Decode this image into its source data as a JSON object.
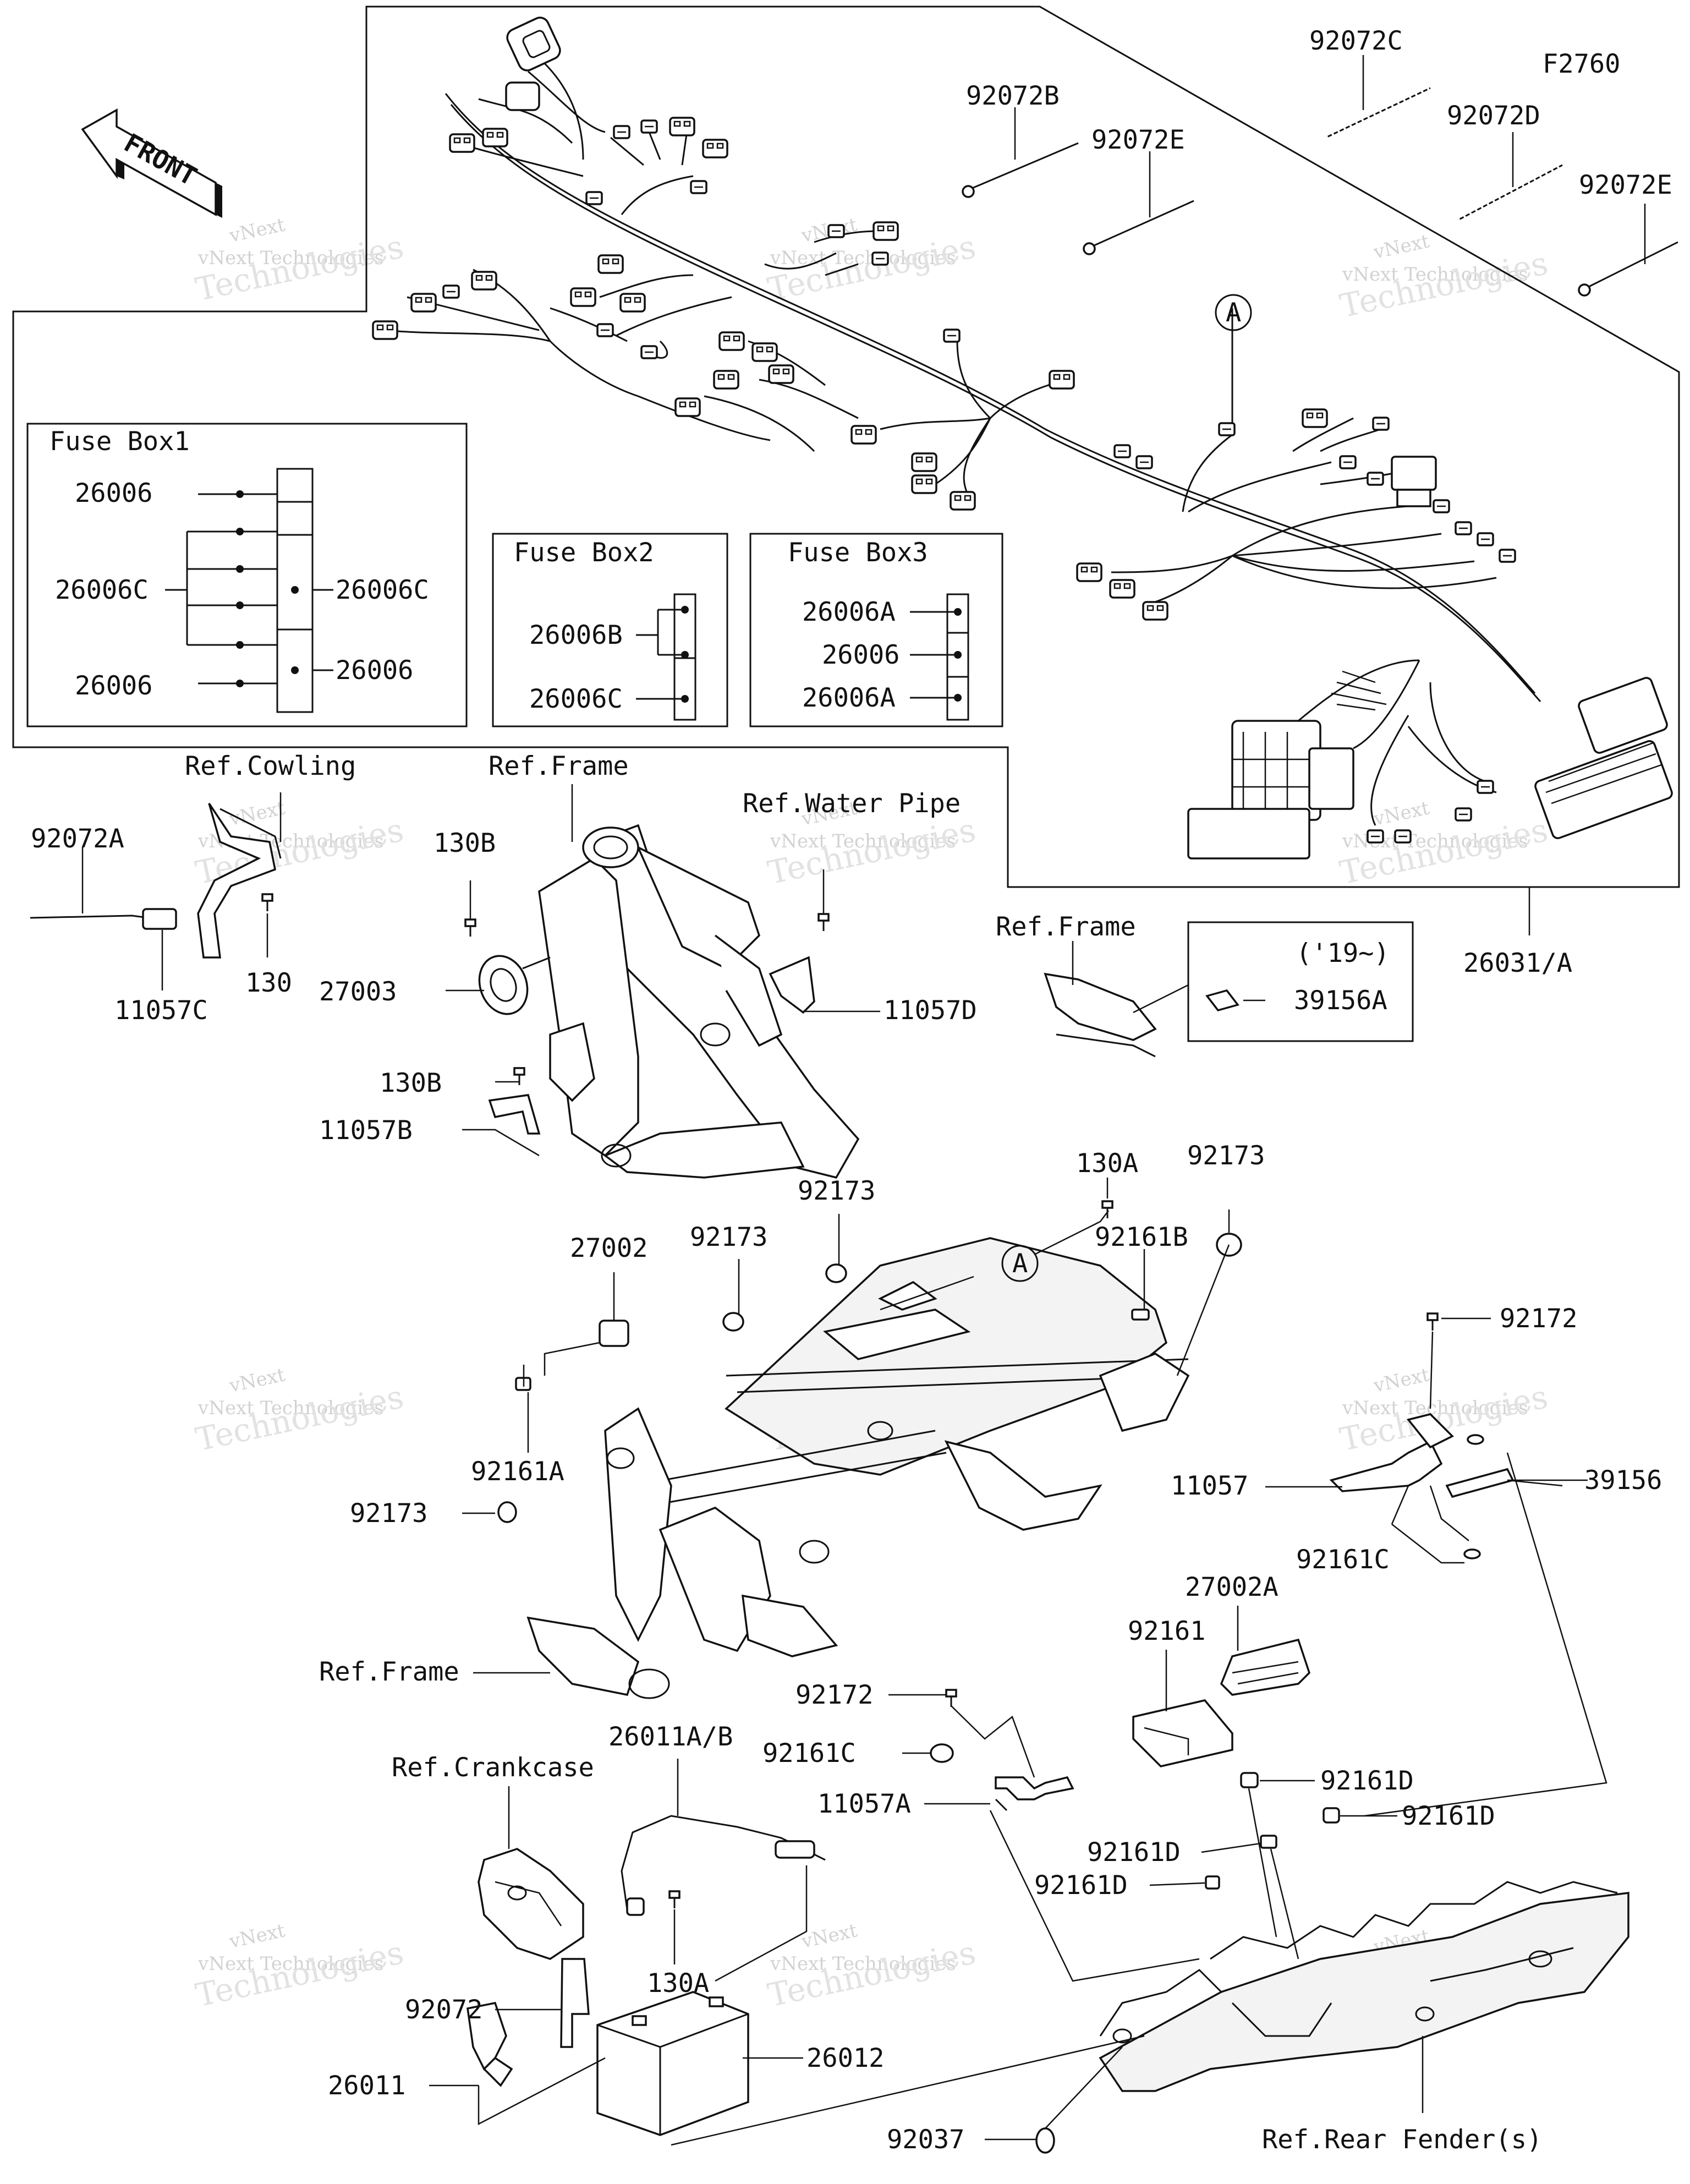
{
  "diagram_code": "F2760",
  "front_label": "FRONT",
  "callout_letter": "A",
  "year_note": "('19~)",
  "watermark": {
    "line1": "vNext Technologies",
    "line2": "Technologies",
    "short": "vNext"
  },
  "fuse_box_1": {
    "title": "Fuse Box1",
    "left_labels": [
      "26006",
      "26006C",
      "26006"
    ],
    "right_labels": [
      "26006C",
      "26006"
    ]
  },
  "fuse_box_2": {
    "title": "Fuse Box2",
    "labels": [
      "26006B",
      "26006C"
    ]
  },
  "fuse_box_3": {
    "title": "Fuse Box3",
    "labels": [
      "26006A",
      "26006",
      "26006A"
    ]
  },
  "part_labels": {
    "p92072C": "92072C",
    "p92072B": "92072B",
    "p92072E_1": "92072E",
    "p92072D": "92072D",
    "p92072E_2": "92072E",
    "p26031A": "26031/A",
    "p92072A": "92072A",
    "p11057C": "11057C",
    "p130": "130",
    "p130B_1": "130B",
    "p27003": "27003",
    "p130B_2": "130B",
    "p11057B": "11057B",
    "p11057D": "11057D",
    "p39156A": "39156A",
    "p130A_1": "130A",
    "p92173_1": "92173",
    "p92173_2": "92173",
    "p92173_3": "92173",
    "p92161B": "92161B",
    "p27002": "27002",
    "p92161A": "92161A",
    "p92173_4": "92173",
    "p92172_1": "92172",
    "p11057": "11057",
    "p39156": "39156",
    "p92161C_1": "92161C",
    "p27002A": "27002A",
    "p92161": "92161",
    "p92172_2": "92172",
    "p92161C_2": "92161C",
    "p11057A": "11057A",
    "p92161D_1": "92161D",
    "p92161D_2": "92161D",
    "p92161D_3": "92161D",
    "p92161D_4": "92161D",
    "p26011AB": "26011A/B",
    "p130A_2": "130A",
    "p92072": "92072",
    "p26012": "26012",
    "p26011": "26011",
    "p92037": "92037"
  },
  "reference_labels": {
    "cowling": "Ref.Cowling",
    "frame_top": "Ref.Frame",
    "water_pipe": "Ref.Water Pipe",
    "frame_bracket": "Ref.Frame",
    "frame_bottom": "Ref.Frame",
    "crankcase": "Ref.Crankcase",
    "rear_fender": "Ref.Rear Fender(s)"
  }
}
